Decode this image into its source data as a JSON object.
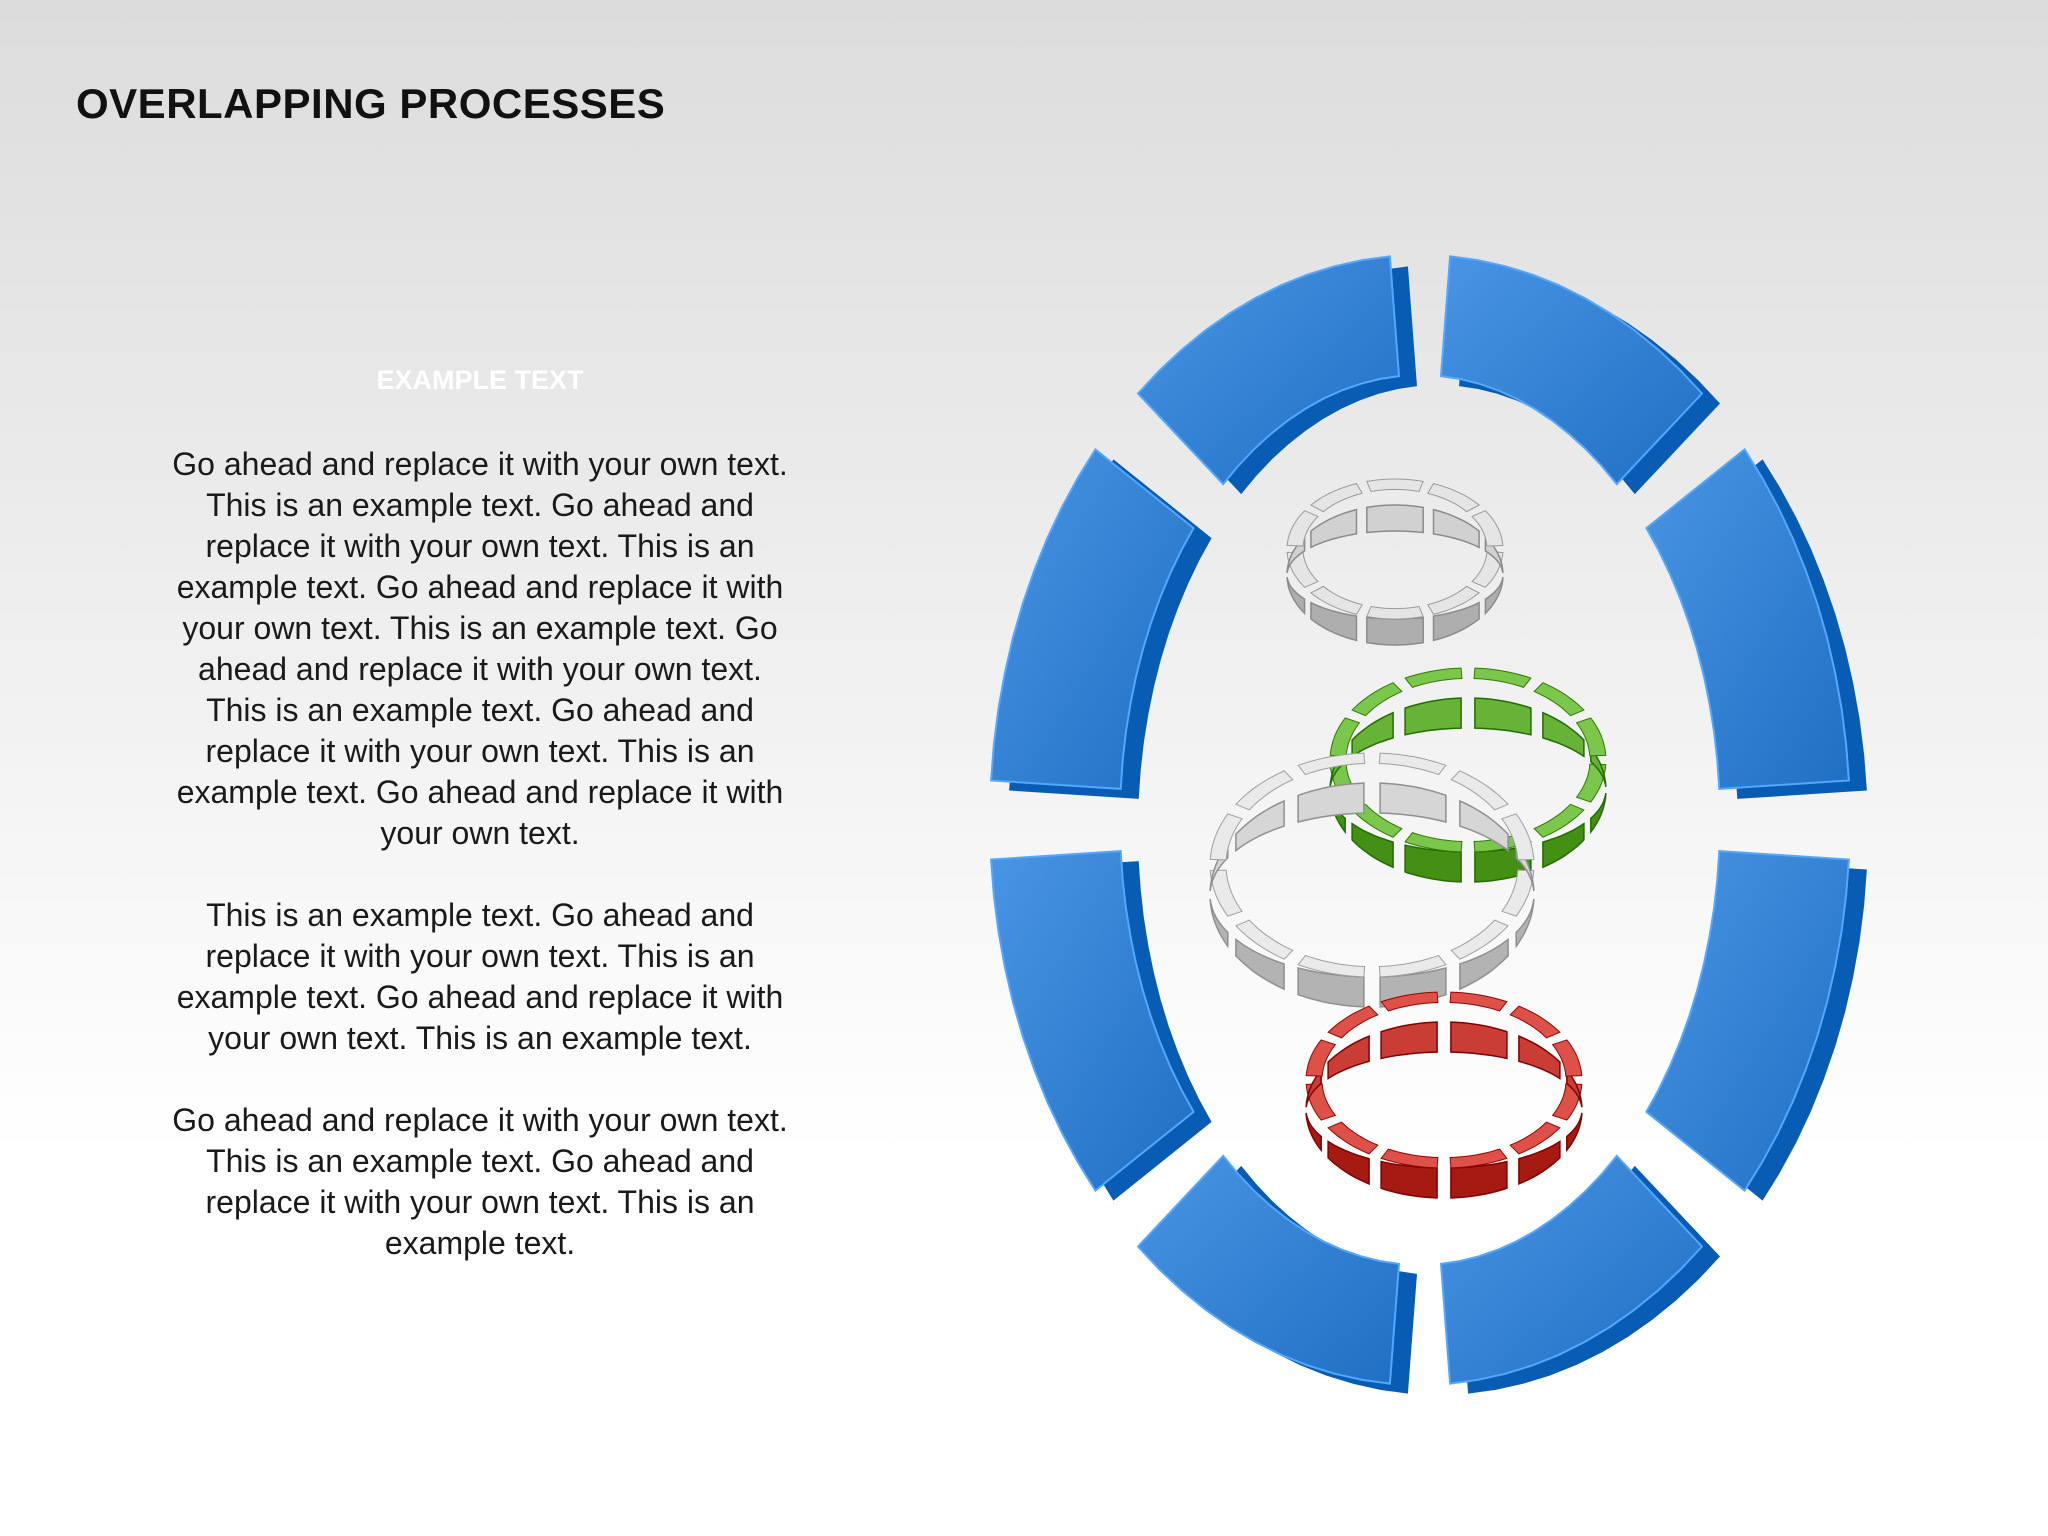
{
  "slide": {
    "title": "OVERLAPPING PROCESSES"
  },
  "text_panel": {
    "heading": "EXAMPLE TEXT",
    "paragraphs": [
      "Go ahead and replace it with your own text. This is an example text. Go ahead and replace it with your own text. This is an example text. Go ahead and replace it with your own text. This is an example text. Go ahead and replace it with your own text. This is an example text. Go ahead and replace it with your own text. This is an example text. Go ahead and replace it with your own text.",
      "This is an example text. Go ahead and replace it with your own text. This is an example text. Go ahead and replace it with your own text. This is an example text.",
      "Go ahead and replace it with your own text. This is an example text. Go ahead and replace it with your own text. This is an example text."
    ]
  },
  "diagram": {
    "outer_ring_color": "#2b7fd6",
    "rings": [
      {
        "name": "gray-top",
        "color": "#b8b8b8"
      },
      {
        "name": "green",
        "color": "#4e9a1e"
      },
      {
        "name": "gray-middle",
        "color": "#bdbdbd"
      },
      {
        "name": "red",
        "color": "#b0241c"
      }
    ]
  }
}
